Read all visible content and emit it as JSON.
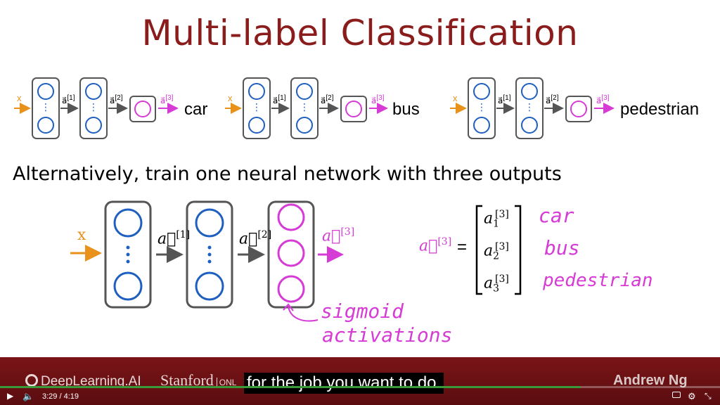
{
  "slide": {
    "title": "Multi-label Classification",
    "small_nets": [
      {
        "input": "x",
        "a1": "[1]",
        "a2": "[2]",
        "a3": "[3]",
        "output": "car"
      },
      {
        "input": "x",
        "a1": "[1]",
        "a2": "[2]",
        "a3": "[3]",
        "output": "bus"
      },
      {
        "input": "x",
        "a1": "[1]",
        "a2": "[2]",
        "a3": "[3]",
        "output": "pedestrian"
      }
    ],
    "alternative_text": "Alternatively, train one neural network with three outputs",
    "big_net": {
      "input": "x",
      "a1": "[1]",
      "a2": "[2]",
      "a3": "[3]"
    },
    "vector": {
      "lhs": "[3]",
      "entries": [
        {
          "sub": "1",
          "sup": "[3]",
          "annotation": "car"
        },
        {
          "sub": "2",
          "sup": "[3]",
          "annotation": "bus"
        },
        {
          "sub": "3",
          "sup": "[3]",
          "annotation": "pedestrian"
        }
      ]
    },
    "note_line1": "sigmoid",
    "note_line2": "activations"
  },
  "branding": {
    "left": "DeepLearning.AI",
    "middle": "Stanford",
    "middle_suffix": "ONL",
    "right": "Andrew Ng"
  },
  "caption": "for the job you want to do.",
  "player": {
    "current_time": "3:29",
    "separator": "/",
    "duration": "4:19",
    "progress": 0.807
  },
  "colors": {
    "title": "#8b1c1c",
    "neuron": "#1f5fbf",
    "output": "#d63bd6",
    "input": "#e8921b",
    "footer": "#6e1215"
  }
}
